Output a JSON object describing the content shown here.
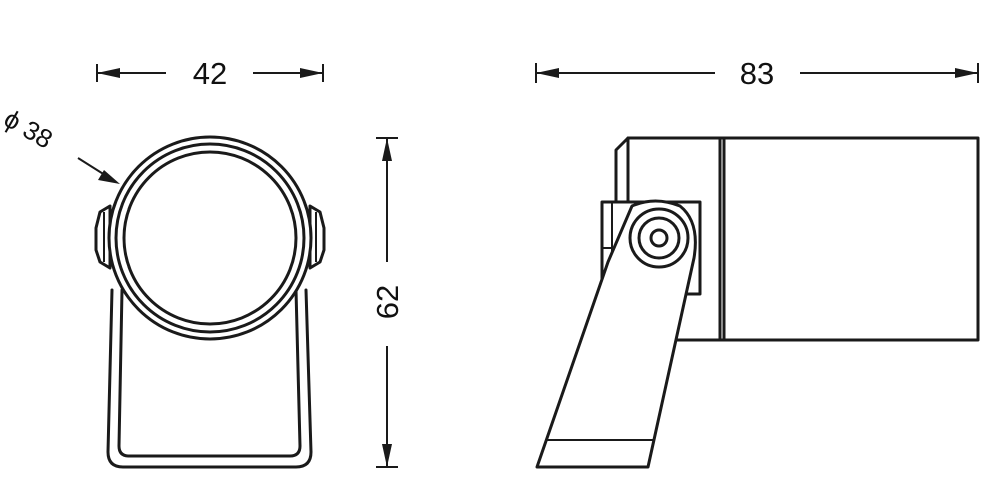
{
  "dimensions": {
    "front_width": "42",
    "diameter": "ϕ 38",
    "height": "62",
    "side_length": "83"
  },
  "colors": {
    "line": "#1a1a1a",
    "background": "#ffffff"
  }
}
